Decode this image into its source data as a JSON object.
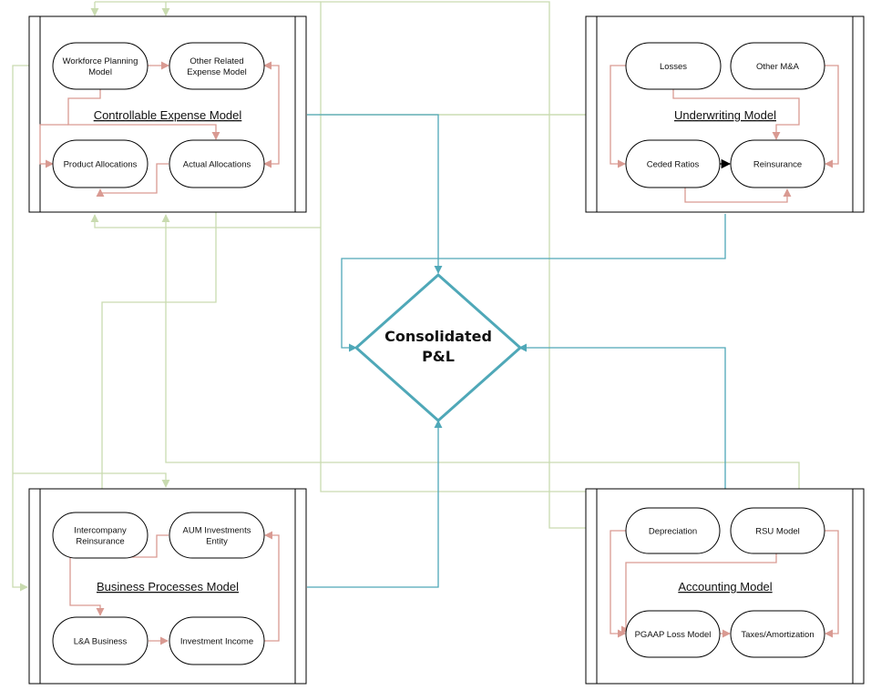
{
  "colors": {
    "background": "#ffffff",
    "border": "#000000",
    "blue_connector": "#4fa8b8",
    "green_connector": "#c9dbb0",
    "red_connector": "#d99a92",
    "dark_arrow": "#000000"
  },
  "center": {
    "label_line1": "Consolidated",
    "label_line2": "P&L"
  },
  "models": {
    "controllable": {
      "title": "Controllable Expense Model",
      "nodes": {
        "workforce": [
          "Workforce Planning",
          "Model"
        ],
        "other_related": [
          "Other Related",
          "Expense Model"
        ],
        "product_alloc": [
          "Product Allocations"
        ],
        "actual_alloc": [
          "Actual Allocations"
        ]
      }
    },
    "underwriting": {
      "title": "Underwriting Model",
      "nodes": {
        "losses": [
          "Losses"
        ],
        "other_ma": [
          "Other M&A"
        ],
        "ceded": [
          "Ceded Ratios"
        ],
        "reinsurance": [
          "Reinsurance"
        ]
      }
    },
    "business": {
      "title": "Business Processes Model",
      "nodes": {
        "intercompany": [
          "Intercompany",
          "Reinsurance"
        ],
        "aum": [
          "AUM Investments",
          "Entity"
        ],
        "la_business": [
          "L&A Business"
        ],
        "investment_income": [
          "Investment Income"
        ]
      }
    },
    "accounting": {
      "title": "Accounting Model",
      "nodes": {
        "depreciation": [
          "Depreciation"
        ],
        "rsu": [
          "RSU Model"
        ],
        "pgaap": [
          "PGAAP Loss Model"
        ],
        "taxes": [
          "Taxes/Amortization"
        ]
      }
    }
  }
}
